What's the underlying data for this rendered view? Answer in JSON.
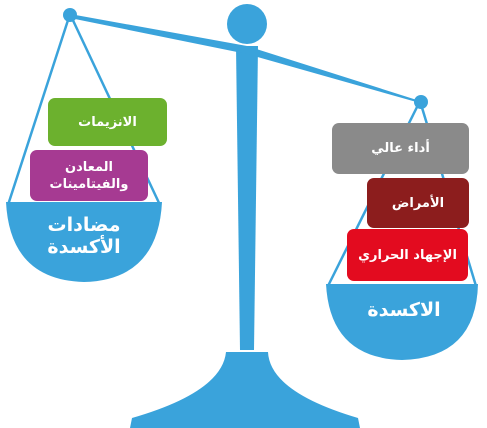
{
  "colors": {
    "scale": "#3aa3db",
    "enzymes": "#6cb12e",
    "minerals": "#a63a92",
    "performance": "#8a8a8a",
    "diseases": "#8c1d1d",
    "thermal": "#e30b1f",
    "text": "#ffffff"
  },
  "left_pan": {
    "label": "مضادات الأكسدة",
    "items": [
      {
        "label": "الانزيمات",
        "color": "#6cb12e"
      },
      {
        "label": "المعادن والفيتامينات",
        "color": "#a63a92"
      }
    ]
  },
  "right_pan": {
    "label": "الاكسدة",
    "items": [
      {
        "label": "أداء عالي",
        "color": "#8a8a8a"
      },
      {
        "label": "الأمراض",
        "color": "#8c1d1d"
      },
      {
        "label": "الإجهاد الحراري",
        "color": "#e30b1f"
      }
    ]
  }
}
